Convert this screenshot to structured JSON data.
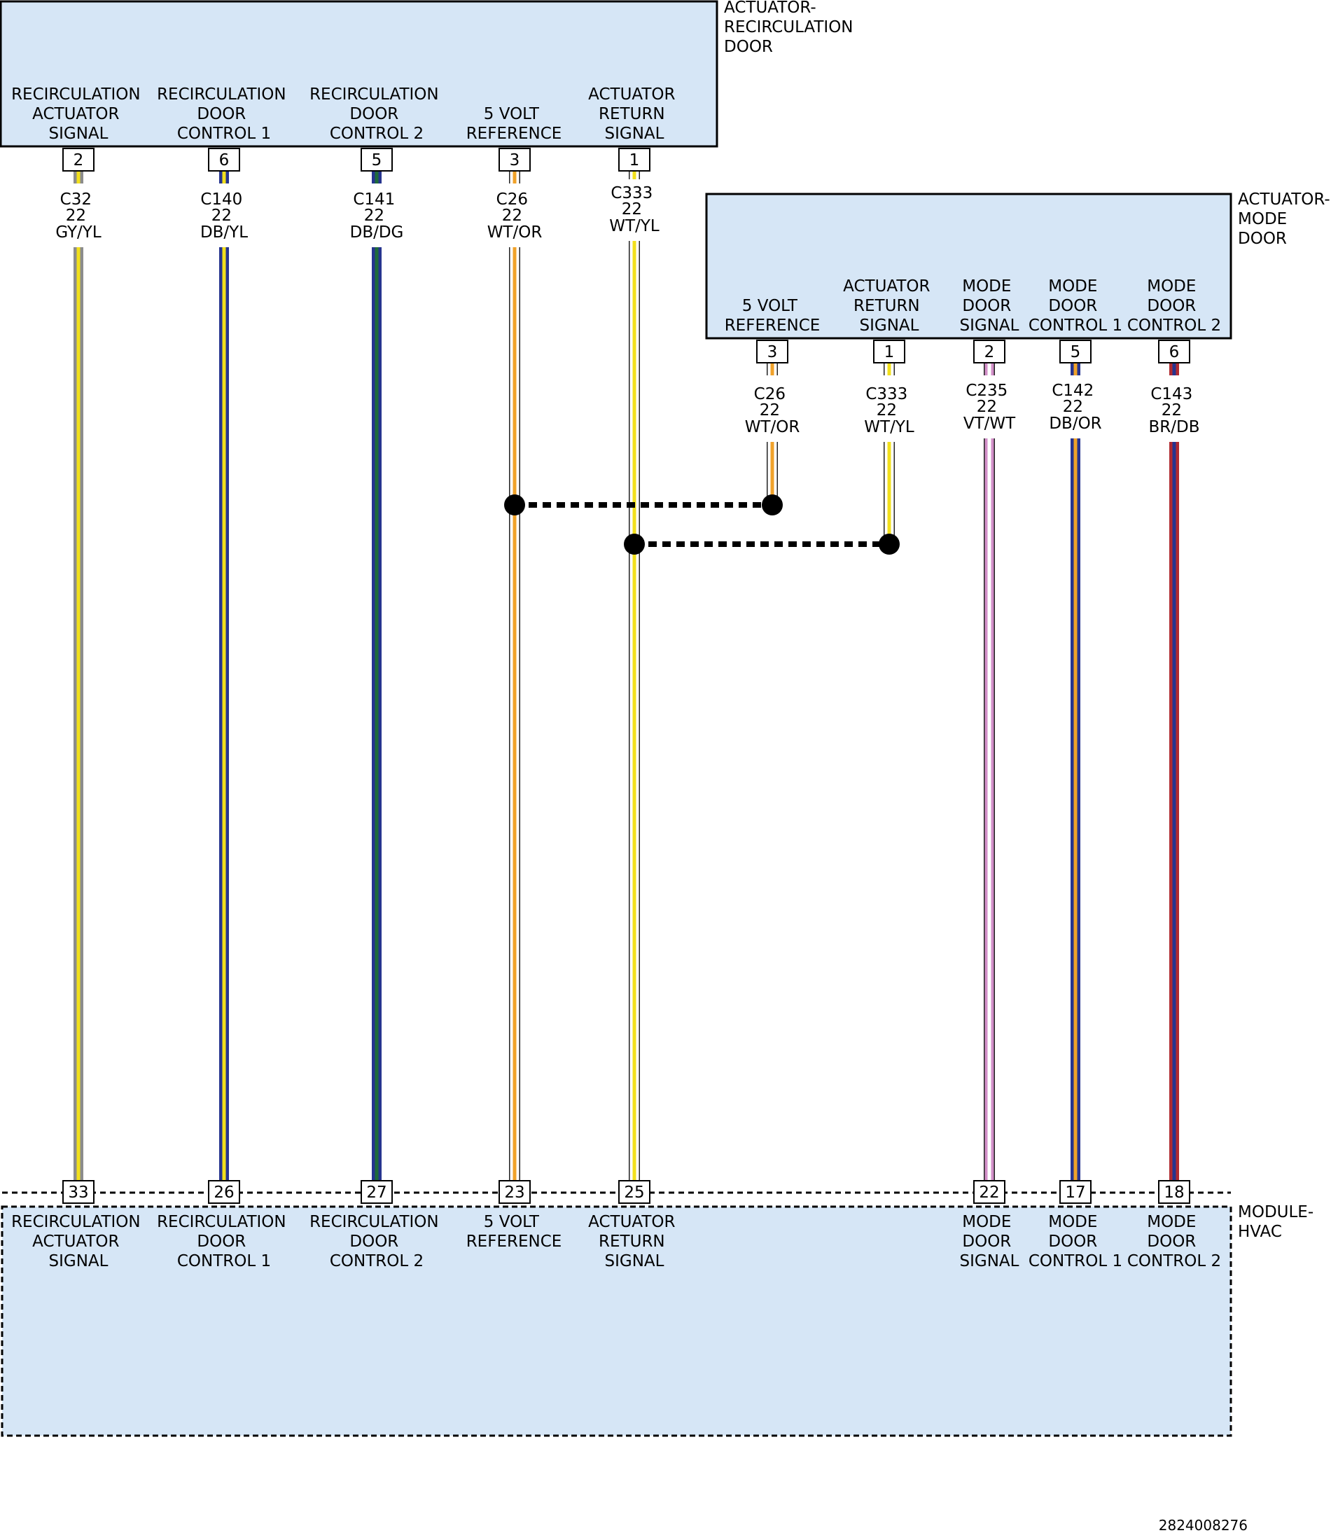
{
  "colors": {
    "box_fill": "#d6e6f6",
    "GY": "#8c8c8c",
    "YL": "#f2e01c",
    "DB": "#26348f",
    "DG": "#1f6b3a",
    "WT": "#ffffff",
    "OR": "#f0a22a",
    "VT": "#d28fc8",
    "BR": "#b02a30"
  },
  "modules": {
    "recirc": {
      "name": [
        "ACTUATOR-",
        "RECIRCULATION",
        "DOOR"
      ]
    },
    "mode": {
      "name": [
        "ACTUATOR-",
        "MODE",
        "DOOR"
      ]
    },
    "hvac": {
      "name": [
        "MODULE-",
        "HVAC"
      ]
    }
  },
  "recirc_pins": [
    {
      "id": "r2",
      "pin": "2",
      "label": [
        "RECIRCULATION",
        "ACTUATOR",
        "SIGNAL"
      ]
    },
    {
      "id": "r6",
      "pin": "6",
      "label": [
        "RECIRCULATION",
        "DOOR",
        "CONTROL 1"
      ]
    },
    {
      "id": "r5",
      "pin": "5",
      "label": [
        "RECIRCULATION",
        "DOOR",
        "CONTROL 2"
      ]
    },
    {
      "id": "r3",
      "pin": "3",
      "label": [
        "5 VOLT",
        "REFERENCE"
      ]
    },
    {
      "id": "r1",
      "pin": "1",
      "label": [
        "ACTUATOR",
        "RETURN",
        "SIGNAL"
      ]
    }
  ],
  "mode_pins": [
    {
      "id": "m3",
      "pin": "3",
      "label": [
        "5 VOLT",
        "REFERENCE"
      ]
    },
    {
      "id": "m1",
      "pin": "1",
      "label": [
        "ACTUATOR",
        "RETURN",
        "SIGNAL"
      ]
    },
    {
      "id": "m2",
      "pin": "2",
      "label": [
        "MODE",
        "DOOR",
        "SIGNAL"
      ]
    },
    {
      "id": "m5",
      "pin": "5",
      "label": [
        "MODE",
        "DOOR",
        "CONTROL 1"
      ]
    },
    {
      "id": "m6",
      "pin": "6",
      "label": [
        "MODE",
        "DOOR",
        "CONTROL 2"
      ]
    }
  ],
  "hvac_pins": [
    {
      "id": "h33",
      "pin": "33",
      "label": [
        "RECIRCULATION",
        "ACTUATOR",
        "SIGNAL"
      ]
    },
    {
      "id": "h26",
      "pin": "26",
      "label": [
        "RECIRCULATION",
        "DOOR",
        "CONTROL 1"
      ]
    },
    {
      "id": "h27",
      "pin": "27",
      "label": [
        "RECIRCULATION",
        "DOOR",
        "CONTROL 2"
      ]
    },
    {
      "id": "h23",
      "pin": "23",
      "label": [
        "5 VOLT",
        "REFERENCE"
      ]
    },
    {
      "id": "h25",
      "pin": "25",
      "label": [
        "ACTUATOR",
        "RETURN",
        "SIGNAL"
      ]
    },
    {
      "id": "h22",
      "pin": "22",
      "label": [
        "MODE",
        "DOOR",
        "SIGNAL"
      ]
    },
    {
      "id": "h17",
      "pin": "17",
      "label": [
        "MODE",
        "DOOR",
        "CONTROL 1"
      ]
    },
    {
      "id": "h18",
      "pin": "18",
      "label": [
        "MODE",
        "DOOR",
        "CONTROL 2"
      ]
    }
  ],
  "wires": [
    {
      "id": "w-c32",
      "circuit": "C32",
      "gauge": "22",
      "color": "GY/YL"
    },
    {
      "id": "w-c140",
      "circuit": "C140",
      "gauge": "22",
      "color": "DB/YL"
    },
    {
      "id": "w-c141",
      "circuit": "C141",
      "gauge": "22",
      "color": "DB/DG"
    },
    {
      "id": "w-c26",
      "circuit": "C26",
      "gauge": "22",
      "color": "WT/OR"
    },
    {
      "id": "w-c333",
      "circuit": "C333",
      "gauge": "22",
      "color": "WT/YL"
    },
    {
      "id": "w-c26b",
      "circuit": "C26",
      "gauge": "22",
      "color": "WT/OR"
    },
    {
      "id": "w-c333b",
      "circuit": "C333",
      "gauge": "22",
      "color": "WT/YL"
    },
    {
      "id": "w-c235",
      "circuit": "C235",
      "gauge": "22",
      "color": "VT/WT"
    },
    {
      "id": "w-c142",
      "circuit": "C142",
      "gauge": "22",
      "color": "DB/OR"
    },
    {
      "id": "w-c143",
      "circuit": "C143",
      "gauge": "22",
      "color": "BR/DB"
    }
  ],
  "figure_id": "2824008276"
}
